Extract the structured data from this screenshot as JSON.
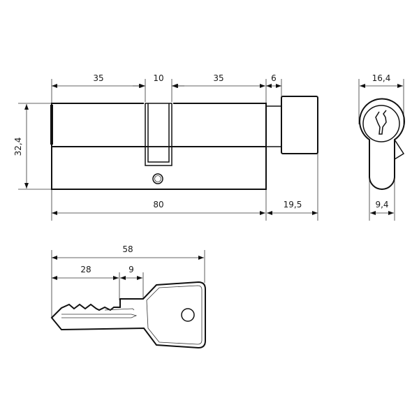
{
  "drawing": {
    "subject": "euro-profile-lock-cylinder-with-thumbturn-and-key",
    "cylinder_front": {
      "dims": {
        "left_length": "35",
        "cam_width": "10",
        "right_length": "35",
        "thumbturn_gap": "6",
        "height": "32,4",
        "total_length": "80",
        "thumbturn_length": "19,5"
      }
    },
    "cylinder_side": {
      "dims": {
        "width": "16,4",
        "lower_width": "9,4"
      }
    },
    "key": {
      "dims": {
        "total_length": "58",
        "blade_length": "28",
        "shoulder": "9"
      }
    },
    "colors": {
      "line": "#111111",
      "background": "#ffffff"
    }
  }
}
